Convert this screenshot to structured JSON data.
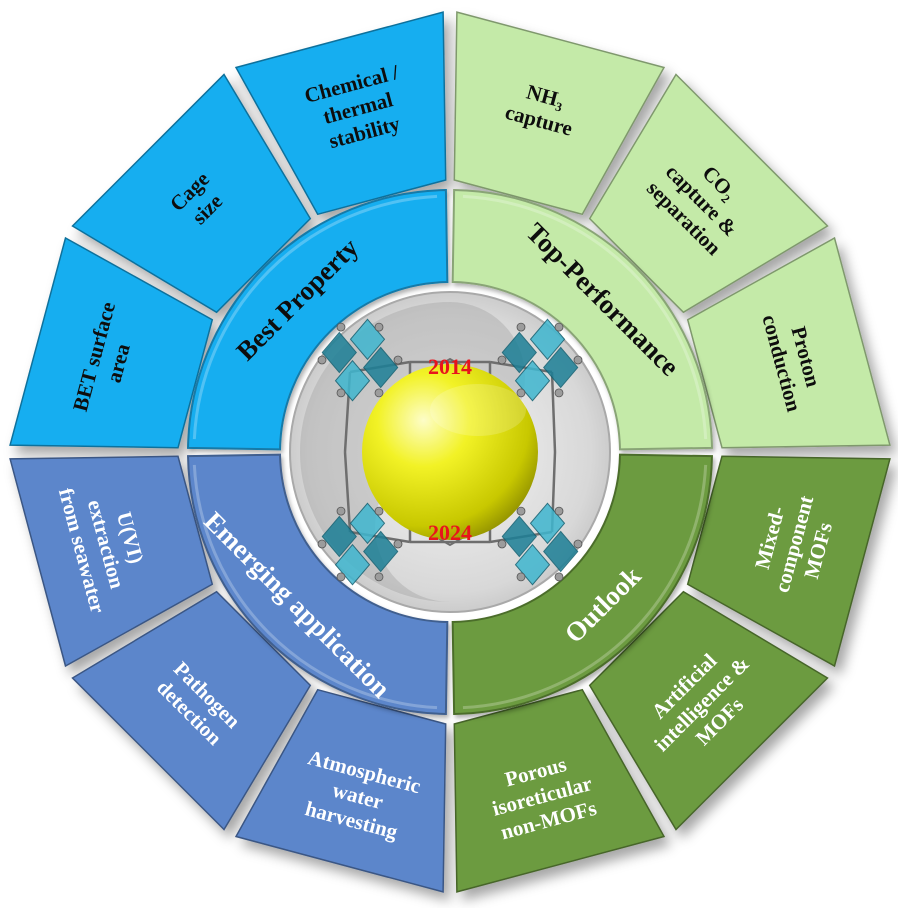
{
  "colors": {
    "blue": "#19aef0",
    "green_light": "#c4eaa8",
    "slate_blue": "#5b86cb",
    "olive_green": "#6c9b3f",
    "year_red": "#e8141c",
    "sphere_yellow": "#efef1a"
  },
  "quadrants": [
    {
      "name": "best-property",
      "color": "#19aef0",
      "label": "Best Property",
      "label_light": false,
      "segments": [
        {
          "lines": [
            "BET surface",
            "area"
          ],
          "light": false
        },
        {
          "lines": [
            "Cage",
            "size"
          ],
          "light": false
        },
        {
          "lines": [
            "Chemical /",
            "thermal",
            "stability"
          ],
          "light": false
        }
      ]
    },
    {
      "name": "top-performance",
      "color": "#c4eaa8",
      "label": "Top-Performance",
      "label_light": false,
      "segments": [
        {
          "lines": [
            "NH₃",
            "capture"
          ],
          "light": false
        },
        {
          "lines": [
            "CO₂",
            "capture &",
            "separation"
          ],
          "light": false
        },
        {
          "lines": [
            "Proton",
            "conduction"
          ],
          "light": false
        }
      ]
    },
    {
      "name": "outlook",
      "color": "#6c9b3f",
      "label": "Outlook",
      "label_light": true,
      "segments": [
        {
          "lines": [
            "Mixed-",
            "component",
            "MOFs"
          ],
          "light": true
        },
        {
          "lines": [
            "Artificial",
            "intelligence &",
            "MOFs"
          ],
          "light": true
        },
        {
          "lines": [
            "Porous",
            "isoreticular",
            "non-MOFs"
          ],
          "light": true
        }
      ]
    },
    {
      "name": "emerging-application",
      "color": "#5b86cb",
      "label": "Emerging application",
      "label_light": true,
      "segments": [
        {
          "lines": [
            "Atmospheric",
            "water",
            "harvesting"
          ],
          "light": true
        },
        {
          "lines": [
            "Pathogen",
            "detection"
          ],
          "light": true
        },
        {
          "lines": [
            "U(VI)",
            "extraction",
            "from seawater"
          ],
          "light": true
        }
      ]
    }
  ],
  "center": {
    "year_top": "2014",
    "year_bottom": "2024"
  }
}
